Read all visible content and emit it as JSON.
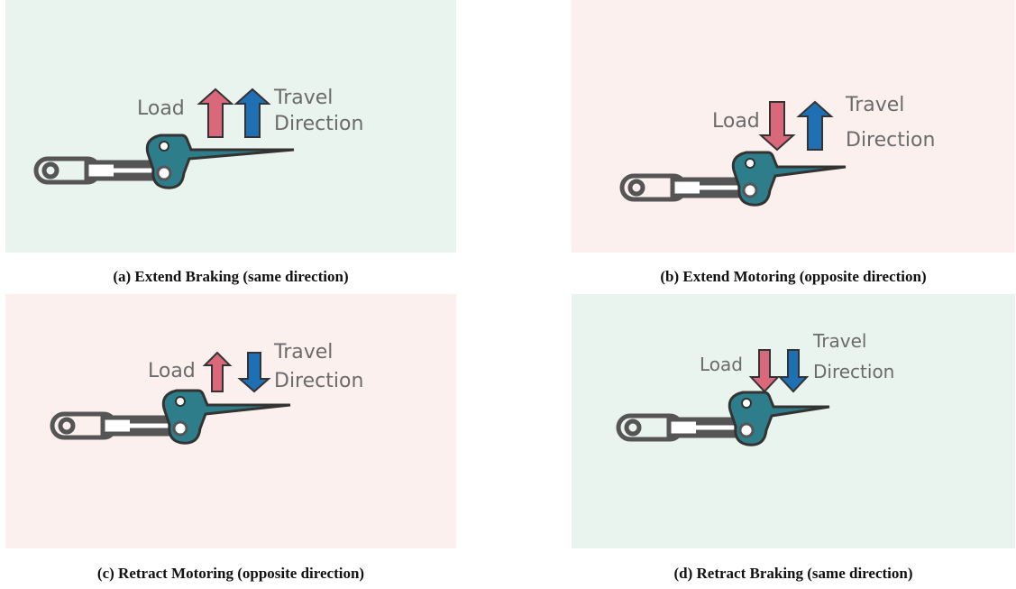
{
  "colors": {
    "same_bg": "#e9f4ee",
    "opposite_bg": "#fcf0ef",
    "load_arrow": "#d9687a",
    "travel_arrow": "#1f6fb5",
    "lever": "#2d7d8a",
    "linkage": "#555555"
  },
  "labels": {
    "load": "Load",
    "travel_line1": "Travel",
    "travel_line2": "Direction"
  },
  "panels": [
    {
      "id": "a",
      "caption": "(a) Extend Braking (same direction)",
      "relation": "same",
      "load_dir": "up",
      "travel_dir": "up"
    },
    {
      "id": "b",
      "caption": "(b) Extend Motoring (opposite direction)",
      "relation": "opposite",
      "load_dir": "down",
      "travel_dir": "up"
    },
    {
      "id": "c",
      "caption": "(c) Retract Motoring (opposite direction)",
      "relation": "opposite",
      "load_dir": "up",
      "travel_dir": "down"
    },
    {
      "id": "d",
      "caption": "(d) Retract Braking (same direction)",
      "relation": "same",
      "load_dir": "down",
      "travel_dir": "down"
    }
  ]
}
